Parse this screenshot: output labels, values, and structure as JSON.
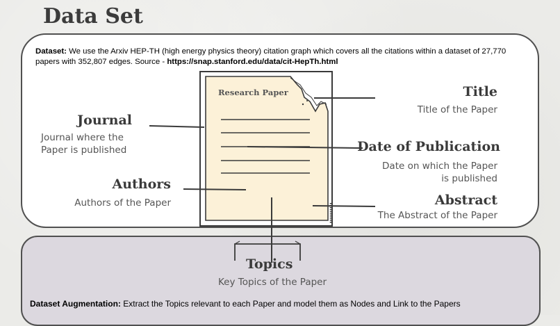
{
  "page_title": "Data Set",
  "dataset": {
    "label": "Dataset:",
    "text": " We use the Arxiv HEP-TH (high energy physics theory) citation graph which covers all the citations within a dataset of 27,770 papers with 352,807 edges. Source - ",
    "source_url": "https://snap.stanford.edu/data/cit-HepTh.html"
  },
  "paper": {
    "heading": "Research Paper"
  },
  "fields": {
    "title": {
      "name": "Title",
      "desc": "Title of the Paper"
    },
    "journal": {
      "name": "Journal",
      "desc_line1": "Journal where the",
      "desc_line2": "Paper is published"
    },
    "date": {
      "name": "Date of Publication",
      "desc_line1": "Date on which the Paper",
      "desc_line2": "is published"
    },
    "authors": {
      "name": "Authors",
      "desc": "Authors of the Paper"
    },
    "abstract": {
      "name": "Abstract",
      "desc": "The Abstract of the Paper"
    },
    "topics": {
      "name": "Topics",
      "desc": "Key Topics of the Paper"
    }
  },
  "augmentation": {
    "label": "Dataset Augmentation:",
    "text": " Extract the Topics relevant to each Paper and model them as Nodes and Link to the Papers"
  },
  "colors": {
    "background": "#ebebe8",
    "paper_fill": "#fcf1d8",
    "bottom_box": "#dcd8df",
    "line": "#3a3a3a"
  }
}
